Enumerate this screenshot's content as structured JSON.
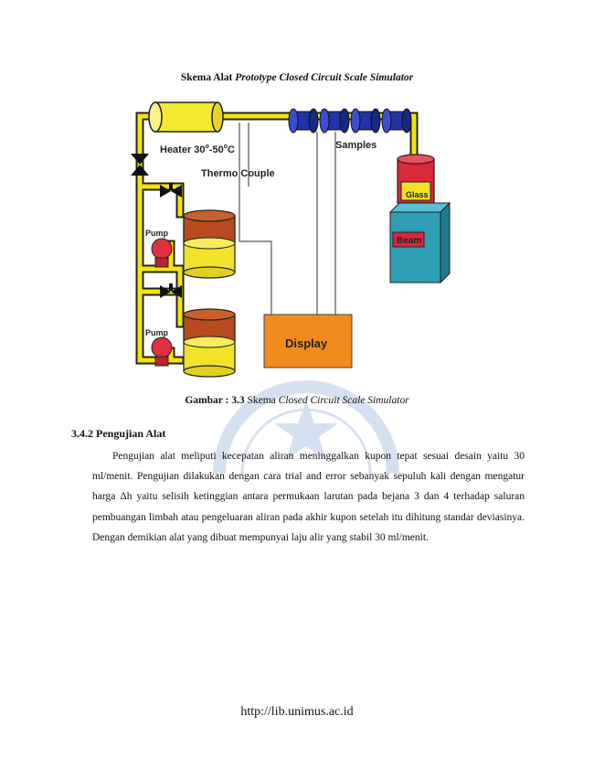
{
  "figure": {
    "title_prefix": "Skema Alat ",
    "title_italic": "Prototype Closed Circuit Scale Simulator",
    "labels": {
      "heater_prefix": "Heater 30",
      "heater_mid": "-50",
      "heater_suffix": "C",
      "degree": "o",
      "samples": "Samples",
      "thermo_couple": "Thermo Couple",
      "glass": "Glass",
      "beam": "Beam",
      "pump_top": "Pump",
      "pump_bottom": "Pump",
      "display": "Display"
    },
    "colors": {
      "pipe": "#f5e600",
      "pipe_outline": "#222222",
      "heater": "#f7e832",
      "samples": "#2233a8",
      "tank_top": "#b84a1e",
      "tank_bottom": "#f2e22a",
      "pump": "#e03040",
      "beam": "#2f9db4",
      "glass_red": "#d9283a",
      "display": "#f28b1e"
    }
  },
  "caption": {
    "bold": "Gambar : 3.3",
    "normal": " Skema ",
    "italic": "Closed Circuit Scale Simulator"
  },
  "section": {
    "heading": "3.4.2 Pengujian Alat",
    "paragraph": "Pengujian alat meliputi kecepatan aliran meninggalkan kupon tepat sesuai desain yaitu 30 ml/menit. Pengujian dilakukan dengan cara trial and error sebanyak sepuluh kali dengan mengatur harga Δh yaitu selisih ketinggian antara permukaan larutan pada bejana 3 dan 4 terhadap saluran pembuangan limbah atau pengeluaran aliran pada akhir kupon setelah itu dihitung standar deviasinya. Dengan demikian alat yang dibuat mempunyai laju alir yang stabil 30 ml/menit."
  },
  "footer": {
    "url": "http://lib.unimus.ac.id"
  }
}
